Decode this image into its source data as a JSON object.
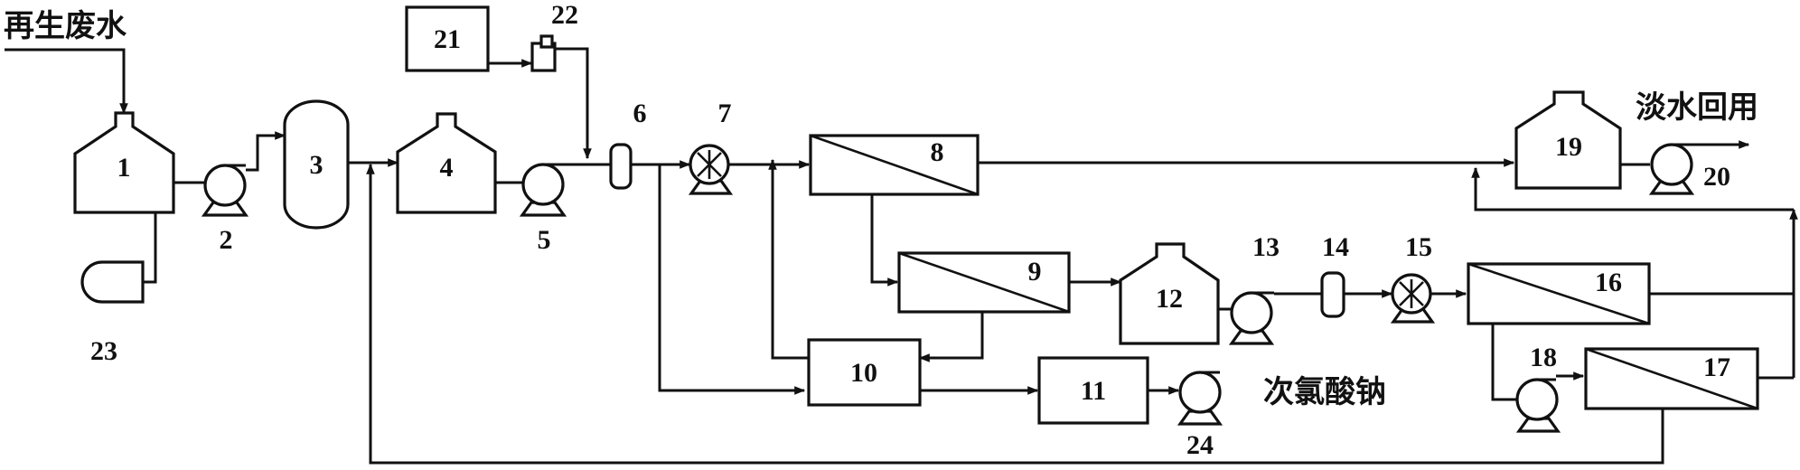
{
  "labels": {
    "input": "再生废水",
    "fresh_water_reuse": "淡水回用",
    "sodium_hypochlorite": "次氯酸钠"
  },
  "units": {
    "u1": "1",
    "u2": "2",
    "u3": "3",
    "u4": "4",
    "u5": "5",
    "u6": "6",
    "u7": "7",
    "u8": "8",
    "u9": "9",
    "u10": "10",
    "u11": "11",
    "u12": "12",
    "u13": "13",
    "u14": "14",
    "u15": "15",
    "u16": "16",
    "u17": "17",
    "u18": "18",
    "u19": "19",
    "u20": "20",
    "u21": "21",
    "u22": "22",
    "u23": "23",
    "u24": "24"
  }
}
